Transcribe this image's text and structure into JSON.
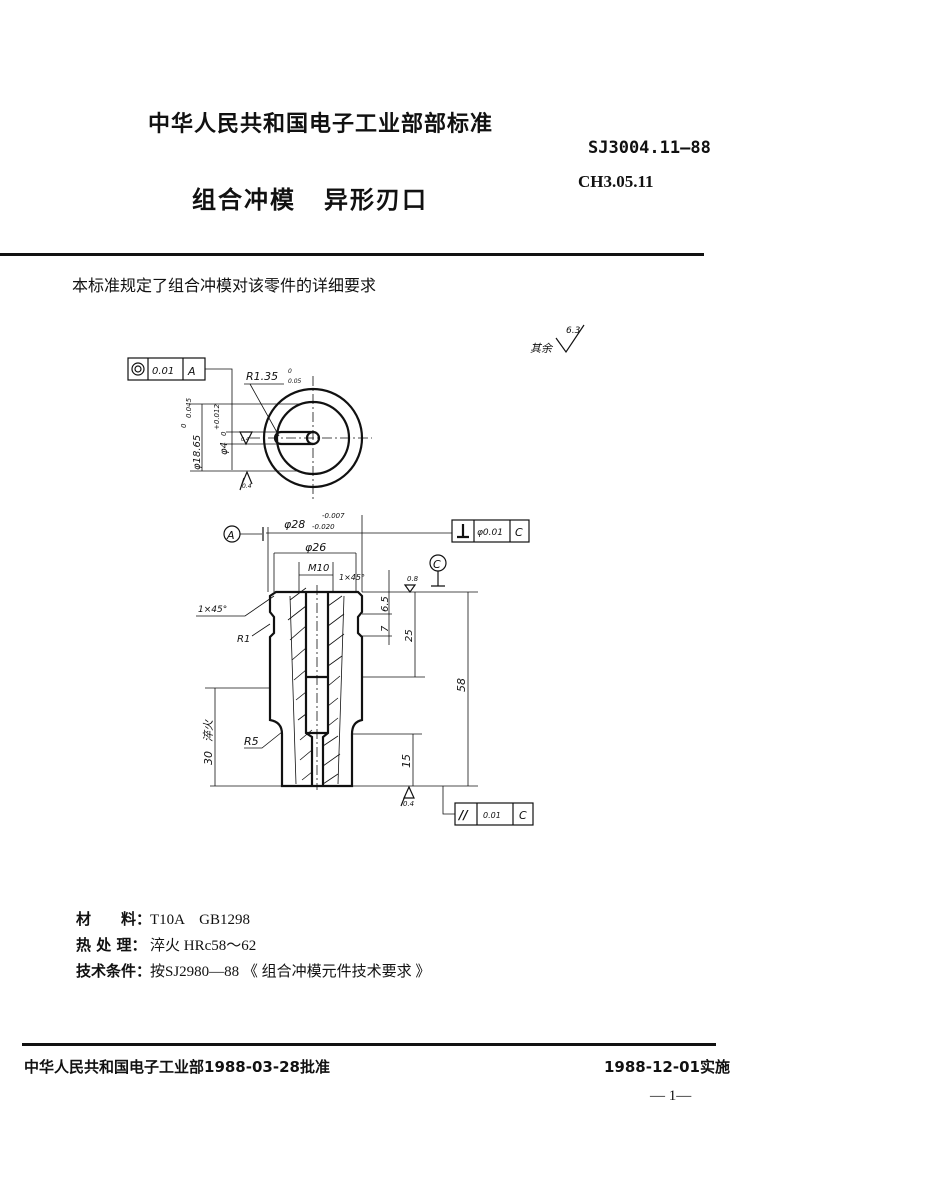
{
  "header": {
    "organization": "中华人民共和国电子工业部部标准",
    "standard_code": "SJ3004.11—88",
    "classification_code": "CH3.05.11",
    "title_part1": "组合冲模",
    "title_part2": "异形刃口"
  },
  "intro": "本标准规定了组合冲模对该零件的详细要求",
  "roughness_note": {
    "label": "其余",
    "value": "6.3"
  },
  "drawing": {
    "top_view": {
      "frame_symbol": "◎",
      "frame_tolerance": "0.01",
      "frame_datum": "A",
      "radius": "R1.35",
      "radius_tol_upper": "0",
      "radius_tol_lower": "0.05",
      "dia_outer": "φ18.65",
      "dia_outer_tol_upper": "0",
      "dia_outer_tol_lower": "0.045",
      "dia_slot": "φ4",
      "dia_slot_tol_upper": "+0.012",
      "dia_slot_tol_lower": "0",
      "roughness_slot": "0.4",
      "roughness_bottom": "0.4"
    },
    "section_view": {
      "datum_a": "A",
      "dia_outer": "φ28",
      "dia_outer_tol_upper": "-0.007",
      "dia_outer_tol_lower": "-0.020",
      "perp_symbol": "⊥",
      "perp_tolerance": "φ0.01",
      "perp_datum": "C",
      "dia_26": "φ26",
      "thread": "M10",
      "chamfer_small": "1×45°",
      "chamfer": "1×45°",
      "fillet_r1": "R1",
      "fillet_r5": "R5",
      "datum_c": "C",
      "roughness_top": "0.8",
      "dim_6_5": "6.5",
      "dim_7": "7",
      "dim_25": "25",
      "dim_58": "58",
      "dim_15": "15",
      "dim_30": "30",
      "hardened_note": "淬火",
      "roughness_bottom": "0.4",
      "parallel_symbol": "//",
      "parallel_tolerance": "0.01",
      "parallel_datum": "C"
    }
  },
  "specs": [
    {
      "label": "材　　料：",
      "value": "T10A　GB1298"
    },
    {
      "label": "热 处 理：",
      "value": "淬火 HRc58～62"
    },
    {
      "label": "技术条件：",
      "value": "按SJ2980—88 《 组合冲模元件技术要求 》"
    }
  ],
  "footer": {
    "approval": "中华人民共和国电子工业部1988-03-28批准",
    "effective": "1988-12-01实施",
    "page": "— 1—"
  }
}
